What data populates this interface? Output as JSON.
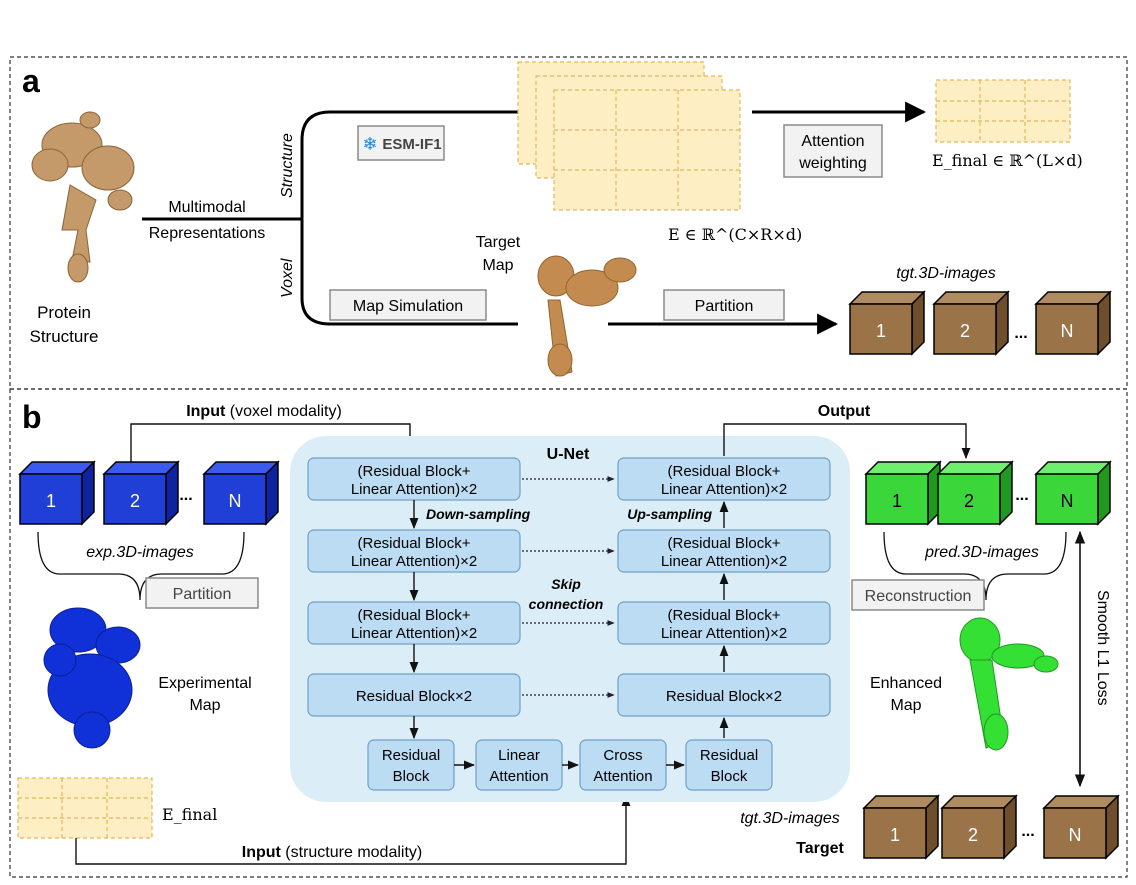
{
  "panel_a": {
    "letter": "a",
    "protein_label": [
      "Protein",
      "Structure"
    ],
    "multimodal_label": [
      "Multimodal",
      "Representations"
    ],
    "branch_structure": "Structure",
    "branch_voxel": "Voxel",
    "esm_label": "ESM-IF1",
    "esm_icon": "snowflake-icon",
    "attention_label": [
      "Attention",
      "weighting"
    ],
    "e_final_math": "E_final ∈ ℝ^(L×d)",
    "e_math": "E ∈ ℝ^(C×R×d)",
    "target_map_label": [
      "Target",
      "Map"
    ],
    "map_simulation_label": "Map Simulation",
    "partition_label": "Partition",
    "tgt_images_label": "tgt.3D-images",
    "cubes": [
      "1",
      "2",
      "N"
    ],
    "ellipsis": "..."
  },
  "panel_b": {
    "letter": "b",
    "input_voxel_bold": "Input",
    "input_voxel_rest": " (voxel modality)",
    "exp_images_label": "exp.3D-images",
    "partition_label": "Partition",
    "exp_map_label": [
      "Experimental",
      "Map"
    ],
    "e_final_math": "E_final",
    "input_structure_bold": "Input",
    "input_structure_rest": " (structure modality)",
    "unet_title": "U-Net",
    "encoder_blocks": [
      [
        "(Residual Block+",
        "Linear Attention)×2"
      ],
      [
        "(Residual Block+",
        "Linear Attention)×2"
      ],
      [
        "(Residual Block+",
        "Linear Attention)×2"
      ],
      [
        "Residual Block×2"
      ]
    ],
    "decoder_blocks": [
      [
        "(Residual Block+",
        "Linear Attention)×2"
      ],
      [
        "(Residual Block+",
        "Linear Attention)×2"
      ],
      [
        "(Residual Block+",
        "Linear Attention)×2"
      ],
      [
        "Residual Block×2"
      ]
    ],
    "bottleneck_blocks": [
      [
        "Residual",
        "Block"
      ],
      [
        "Linear",
        "Attention"
      ],
      [
        "Cross",
        "Attention"
      ],
      [
        "Residual",
        "Block"
      ]
    ],
    "down_sampling_label": "Down-sampling",
    "up_sampling_label": "Up-sampling",
    "skip_label": [
      "Skip",
      "connection"
    ],
    "output_label": "Output",
    "pred_images_label": "pred.3D-images",
    "reconstruction_label": "Reconstruction",
    "enhanced_map_label": [
      "Enhanced",
      "Map"
    ],
    "smooth_loss_label": "Smooth L1 Loss",
    "tgt_images_label": "tgt.3D-images",
    "target_label": "Target",
    "cubes": [
      "1",
      "2",
      "N"
    ],
    "ellipsis": "..."
  },
  "colors": {
    "blue_cube": "#1f3fd6",
    "green_cube": "#3ad63a",
    "brown_cube": "#9a7349",
    "unet_bg": "#dbeef8",
    "block_fill": "#bcdcf3",
    "block_stroke": "#6f9fc8",
    "embed_fill": "#fdeec4",
    "embed_stroke": "#e2b85b",
    "label_box_fill": "#f2f2f2",
    "label_box_stroke": "#8a8a8a"
  }
}
